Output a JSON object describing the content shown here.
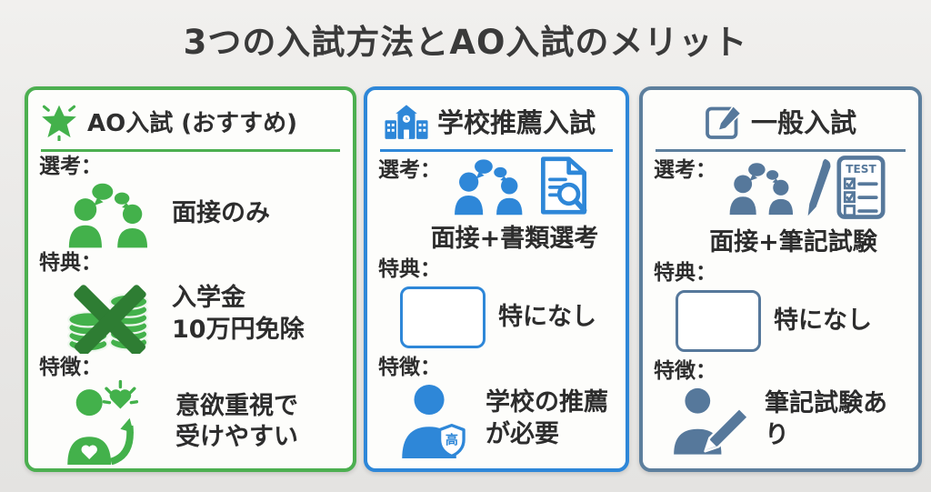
{
  "title": "3つの入試方法とAO入試のメリット",
  "cards": [
    {
      "accent": "#43b14b",
      "border": "#4caf50",
      "accent_dark": "#2e7d33",
      "header": {
        "icon": "star-icon",
        "title": "AO入試 (おすすめ)"
      },
      "sections": [
        {
          "label": "選考：",
          "icon": "interview-people-icon",
          "text": "面接のみ"
        },
        {
          "label": "特典：",
          "icon": "coins-crossed-icon",
          "text": "入学金\n10万円免除"
        },
        {
          "label": "特徴：",
          "icon": "motivated-person-icon",
          "text": "意欲重視で\n受けやすい"
        }
      ]
    },
    {
      "accent": "#2e87d8",
      "border": "#2e87d8",
      "header": {
        "icon": "school-icon",
        "title": "学校推薦入試"
      },
      "sections": [
        {
          "label": "選考：",
          "icons": [
            "interview-people-icon",
            "document-search-icon"
          ],
          "text": "面接+書類選考"
        },
        {
          "label": "特典：",
          "icon": "empty-box",
          "text": "特になし"
        },
        {
          "label": "特徴：",
          "icon": "person-school-badge-icon",
          "badge_label": "高",
          "text": "学校の推薦\nが必要"
        }
      ]
    },
    {
      "accent": "#56789b",
      "border": "#5d7f9d",
      "header": {
        "icon": "pencil-box-icon",
        "title": "一般入試"
      },
      "sections": [
        {
          "label": "選考：",
          "icons": [
            "interview-people-icon",
            "pen-icon",
            "test-sheet-icon"
          ],
          "sheet_label": "TEST",
          "text": "面接+筆記試験"
        },
        {
          "label": "特典：",
          "icon": "empty-box",
          "text": "特になし"
        },
        {
          "label": "特徴：",
          "icon": "writing-person-icon",
          "text": "筆記試験あり"
        }
      ]
    }
  ]
}
